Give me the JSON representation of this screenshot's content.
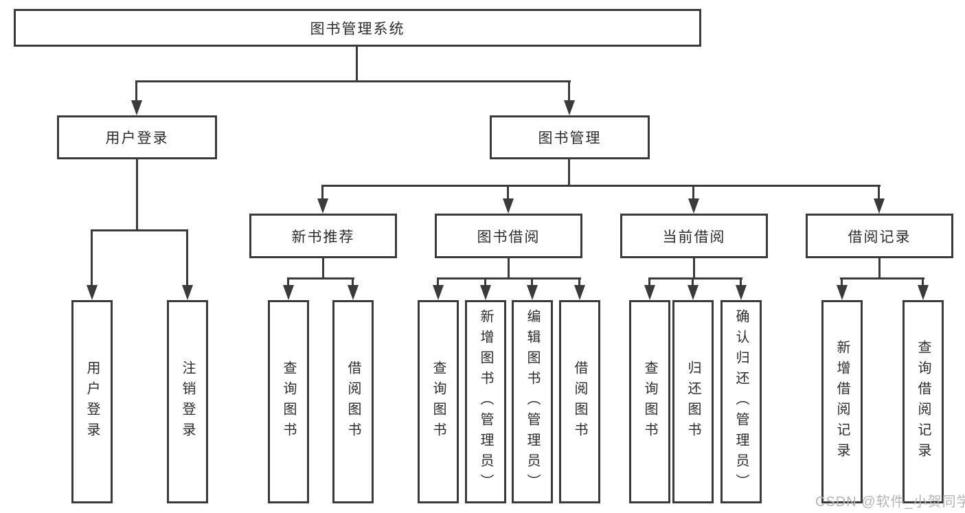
{
  "diagram": {
    "root_label": "图书管理系统",
    "nodes": {
      "user_login": "用户登录",
      "book_mgmt": "图书管理",
      "new_book_rec": "新书推荐",
      "book_borrow": "图书借阅",
      "current_borrow": "当前借阅",
      "borrow_records": "借阅记录"
    },
    "leaves": {
      "login": [
        "用户登录",
        "注销登录"
      ],
      "newbook": [
        "查询图书",
        "借阅图书"
      ],
      "borrow": [
        "查询图书",
        "新增图书（管理员）",
        "编辑图书（管理员）",
        "借阅图书"
      ],
      "current": [
        "查询图书",
        "归还图书",
        "确认归还（管理员）"
      ],
      "records": [
        "新增借阅记录",
        "查询借阅记录"
      ]
    },
    "watermark": "CSDN @软件_小贺同学",
    "colors": {
      "line": "#3a3a3a",
      "text": "#2c2c2c",
      "watermark": "#b5b5b5",
      "background": "#ffffff"
    }
  }
}
